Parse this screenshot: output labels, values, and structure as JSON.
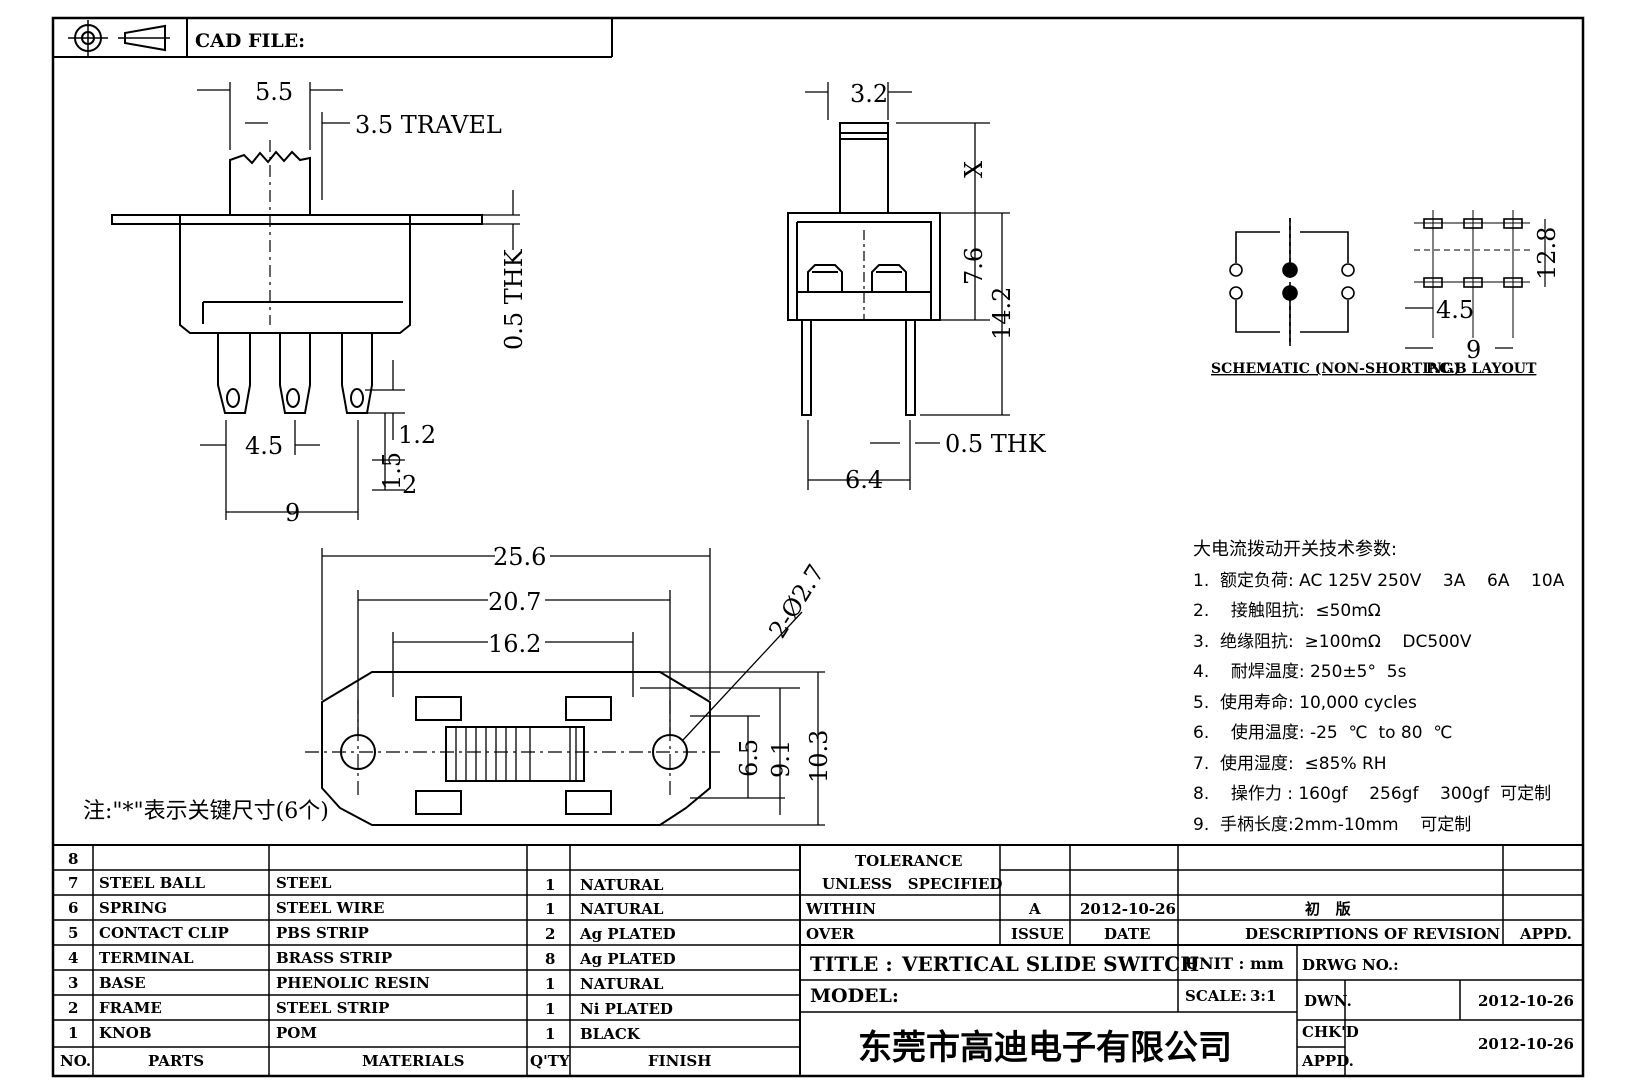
{
  "header": {
    "cad_file_label": "CAD FILE:"
  },
  "dimensions": {
    "side": {
      "top_width": "5.5",
      "travel": "3.5 TRAVEL",
      "thickness": "0.5 THK",
      "pin_pitch": "4.5",
      "pin_span": "9",
      "hole": "1.2",
      "pin_a": "1.5",
      "pin_b": "2"
    },
    "front": {
      "top_width": "3.2",
      "lever": "X",
      "height_inner": "7.6",
      "height_total": "14.2",
      "pin_thk": "0.5 THK",
      "pin_span": "6.4"
    },
    "plan": {
      "total": "25.6",
      "holes_span": "20.7",
      "body": "16.2",
      "hole_dia": "2-Ø2.7",
      "h1": "6.5",
      "h2": "9.1",
      "h3": "10.3"
    },
    "pcb": {
      "pitch": "4.5",
      "span": "9",
      "row_gap": "12.8"
    }
  },
  "schematic_label": "SCHEMATIC (NON-SHORTING)",
  "pcb_label": "P.C.B LAYOUT",
  "note": "注:\"*\"表示关键尺寸(6个)",
  "specs": {
    "title": "大电流拨动开关技术参数:",
    "items": [
      "1.  额定负荷: AC 125V 250V    3A    6A    10A",
      "2.    接触阻抗:  ≤50mΩ",
      "3.  绝缘阻抗:  ≥100mΩ    DC500V",
      "4.    耐焊温度: 250±5°  5s",
      "5.  使用寿命: 10,000 cycles",
      "6.    使用温度: -25  ℃  to 80  ℃",
      "7.  使用湿度:  ≤85% RH",
      "8.    操作力 : 160gf    256gf    300gf  可定制",
      "9.  手柄长度:2mm-10mm    可定制"
    ]
  },
  "bom": {
    "headers": {
      "no": "NO.",
      "parts": "PARTS",
      "materials": "MATERIALS",
      "qty": "Q'TY",
      "finish": "FINISH"
    },
    "rows": [
      {
        "no": "8",
        "part": "",
        "material": "",
        "qty": "",
        "finish": ""
      },
      {
        "no": "7",
        "part": "STEEL BALL",
        "material": "STEEL",
        "qty": "1",
        "finish": "NATURAL"
      },
      {
        "no": "6",
        "part": "SPRING",
        "material": "STEEL WIRE",
        "qty": "1",
        "finish": "NATURAL"
      },
      {
        "no": "5",
        "part": "CONTACT CLIP",
        "material": "PBS STRIP",
        "qty": "2",
        "finish": "Ag PLATED"
      },
      {
        "no": "4",
        "part": "TERMINAL",
        "material": "BRASS STRIP",
        "qty": "8",
        "finish": "Ag PLATED"
      },
      {
        "no": "3",
        "part": "BASE",
        "material": "PHENOLIC RESIN",
        "qty": "1",
        "finish": "NATURAL"
      },
      {
        "no": "2",
        "part": "FRAME",
        "material": "STEEL STRIP",
        "qty": "1",
        "finish": "Ni PLATED"
      },
      {
        "no": "1",
        "part": "KNOB",
        "material": "POM",
        "qty": "1",
        "finish": "BLACK"
      }
    ]
  },
  "title_block": {
    "tolerance": "TOLERANCE",
    "unless": "UNLESS   SPECIFIED",
    "within": "WITHIN",
    "over": "OVER",
    "rev_issue": "A",
    "rev_date": "2012-10-26",
    "rev_desc": "初   版",
    "issue_label": "ISSUE",
    "date_label": "DATE",
    "desc_label": "DESCRIPTIONS OF REVISION",
    "appd_label": "APPD.",
    "title_label": "TITLE :",
    "title_value": "VERTICAL SLIDE SWITCH",
    "unit_label": "UNIT :",
    "unit_value": "mm",
    "drwg_label": "DRWG NO.:",
    "model_label": "MODEL:",
    "scale_label": "SCALE:",
    "scale_value": "3:1",
    "dwn_label": "DWN.",
    "dwn_date": "2012-10-26",
    "chkd_label": "CHK'D",
    "chkd_date": "2012-10-26",
    "appd2_label": "APPD.",
    "company": "东莞市高迪电子有限公司"
  }
}
